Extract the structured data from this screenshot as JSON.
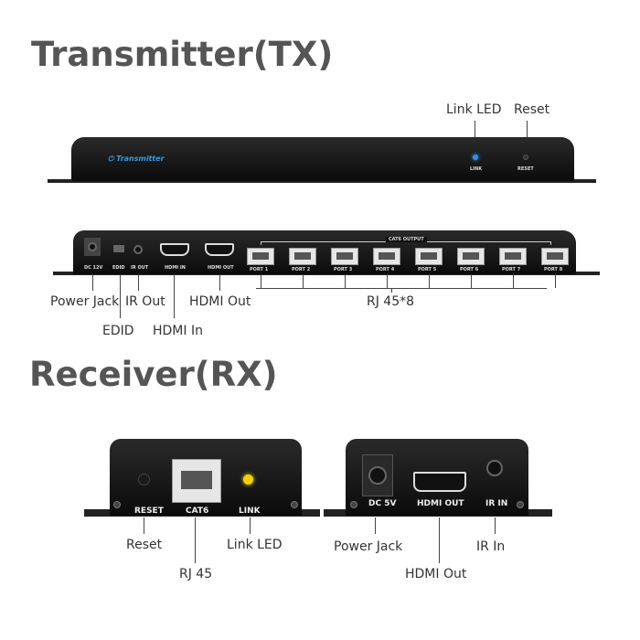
{
  "tx": {
    "title": "Transmitter(TX)",
    "front": {
      "brand": "Transmitter",
      "link_silk": "LINK",
      "reset_silk": "RESET",
      "callouts": {
        "link_led": "Link LED",
        "reset": "Reset"
      }
    },
    "back": {
      "silk": {
        "dc": "DC 12V",
        "edid": "EDID",
        "ir_out": "IR OUT",
        "hdmi_in": "HDMI IN",
        "hdmi_out": "HDMI OUT",
        "cat6_output": "CAT6 OUTPUT",
        "ports": [
          "PORT 1",
          "PORT 2",
          "PORT 3",
          "PORT 4",
          "PORT 5",
          "PORT 6",
          "PORT 7",
          "PORT 8"
        ]
      },
      "callouts": {
        "power_jack": "Power Jack",
        "edid": "EDID",
        "ir_out": "IR Out",
        "hdmi_in": "HDMI In",
        "hdmi_out": "HDMI Out",
        "rj45": "RJ 45*8"
      }
    }
  },
  "rx": {
    "title": "Receiver(RX)",
    "left": {
      "silk": {
        "reset": "RESET",
        "cat6": "CAT6",
        "link": "LINK"
      },
      "callouts": {
        "reset": "Reset",
        "rj45": "RJ 45",
        "link_led": "Link LED"
      },
      "led_color": "#f5d000"
    },
    "right": {
      "silk": {
        "dc": "DC 5V",
        "hdmi_out": "HDMI OUT",
        "ir_in": "IR IN"
      },
      "callouts": {
        "power_jack": "Power Jack",
        "hdmi_out": "HDMI Out",
        "ir_in": "IR In"
      }
    }
  }
}
